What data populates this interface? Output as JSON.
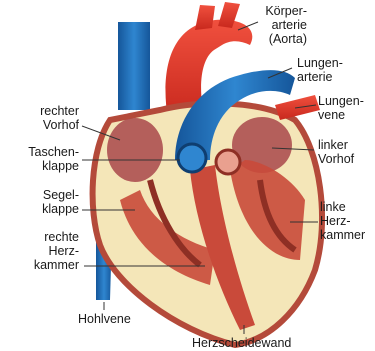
{
  "labels": {
    "koerperarterie": [
      "Körper-",
      "arterie",
      "(Aorta)"
    ],
    "lungenarterie": [
      "Lungen-",
      "arterie"
    ],
    "lungenvene": [
      "Lungen-",
      "vene"
    ],
    "linker_vorhof": [
      "linker",
      "Vorhof"
    ],
    "linke_herzkammer": [
      "linke",
      "Herz-",
      "kammer"
    ],
    "rechter_vorhof": [
      "rechter",
      "Vorhof"
    ],
    "taschenklappe": [
      "Taschen-",
      "klappe"
    ],
    "segelklappe": [
      "Segel-",
      "klappe"
    ],
    "rechte_herzkammer": [
      "rechte",
      "Herz-",
      "kammer"
    ],
    "hohlvene": "Hohlvene",
    "herzscheidewand": "Herzscheidewand"
  },
  "colors": {
    "vein_blue": "#1f6fb8",
    "artery_red": "#e23a2c",
    "muscle_red": "#c94a3a",
    "chamber_fill": "#f4e6b8",
    "leader_line": "#333333"
  }
}
